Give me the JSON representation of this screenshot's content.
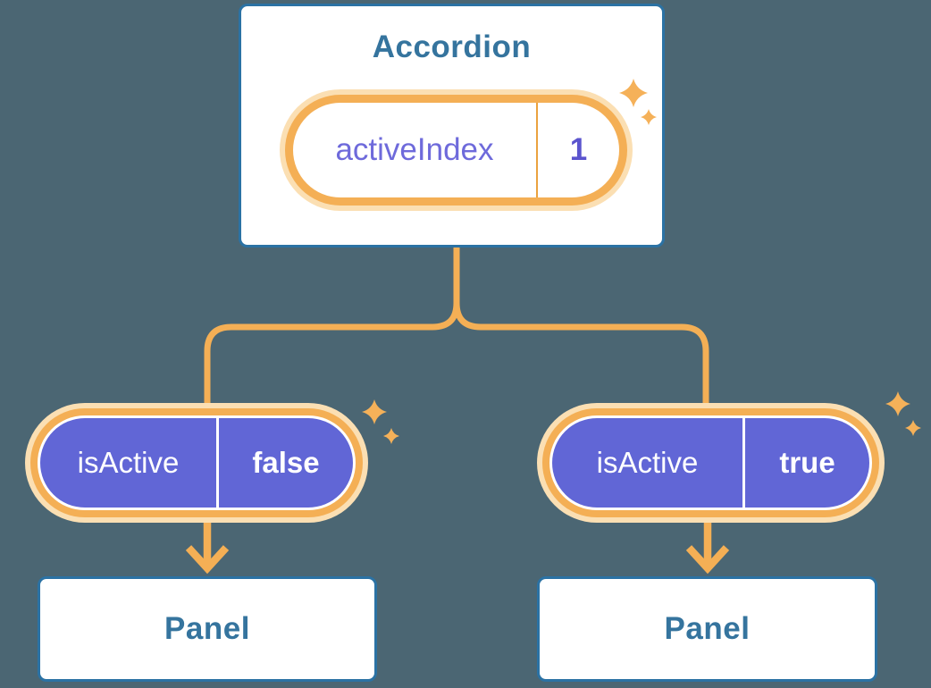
{
  "accordion": {
    "title": "Accordion",
    "pill": {
      "label": "activeIndex",
      "value": "1"
    }
  },
  "children": [
    {
      "pill": {
        "label": "isActive",
        "value": "false"
      },
      "panel": {
        "label": "Panel"
      }
    },
    {
      "pill": {
        "label": "isActive",
        "value": "true"
      },
      "panel": {
        "label": "Panel"
      }
    }
  ],
  "icons": {
    "sparkle": "sparkle-icon",
    "arrow": "arrow-down-icon"
  },
  "colors": {
    "background": "#4B6673",
    "card_fill": "#FFFFFF",
    "card_border": "#2B72A4",
    "heading_text": "#35749E",
    "orange_line": "#F4AF55",
    "orange_glow": "#FBDFB3",
    "orange_divider": "#EBA23E",
    "sparkle": "#F5B159",
    "purple_pill_fill": "#6166D6",
    "purple_label_text": "#6E6ADB",
    "purple_value_text": "#5B54CE",
    "pill_value_text_on_purple": "#FFFFFF"
  }
}
